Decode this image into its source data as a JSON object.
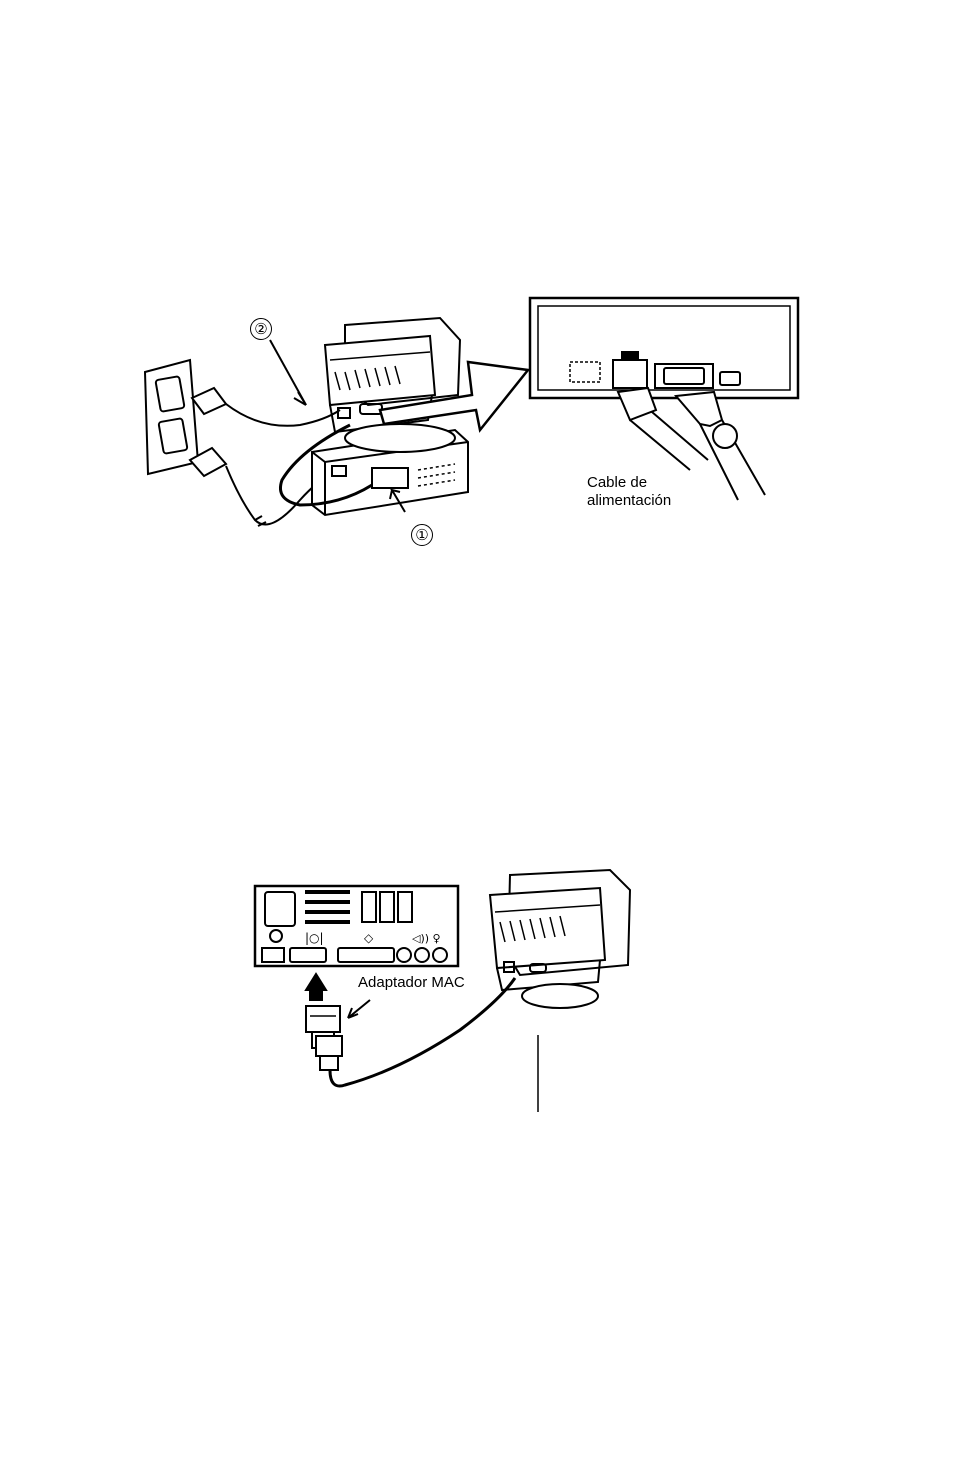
{
  "figure1": {
    "callout_1": "①",
    "callout_2": "②",
    "power_cable_label_line1": "Cable de",
    "power_cable_label_line2": "alimentación"
  },
  "figure2": {
    "adapter_label": "Adaptador MAC"
  }
}
